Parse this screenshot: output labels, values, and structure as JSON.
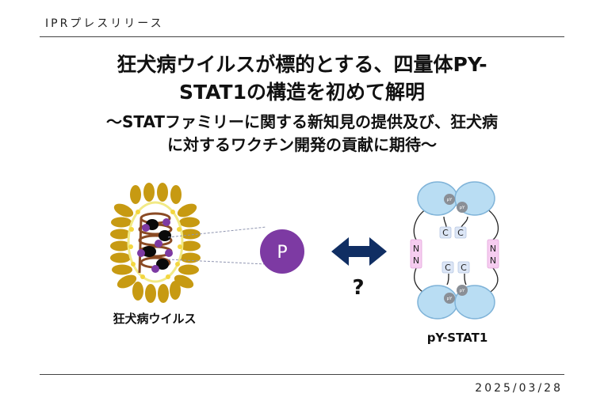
{
  "header": {
    "label": "IPRプレスリリース"
  },
  "title": {
    "line1": "狂犬病ウイルスが標的とする、四量体PY-",
    "line2": "STAT1の構造を初めて解明"
  },
  "subtitle": {
    "line1": "〜STATファミリーに関する新知見の提供及び、狂犬病",
    "line2": "に対するワクチン開発の貢献に期待〜"
  },
  "figure": {
    "virus_label": "狂犬病ウイルス",
    "phospho_label": "P",
    "question_mark": "?",
    "protein_label": "pY-STAT1",
    "py_tag": "pY",
    "c_terminus": "C",
    "n_terminus": "N",
    "colors": {
      "spike": "#c79a12",
      "phospho": "#7d3aa3",
      "arrow": "#102e63",
      "domain": "#b9ddf3",
      "n_box": "#f6cdf0",
      "c_box": "#dce6f6"
    }
  },
  "footer": {
    "date": "2025/03/28"
  }
}
